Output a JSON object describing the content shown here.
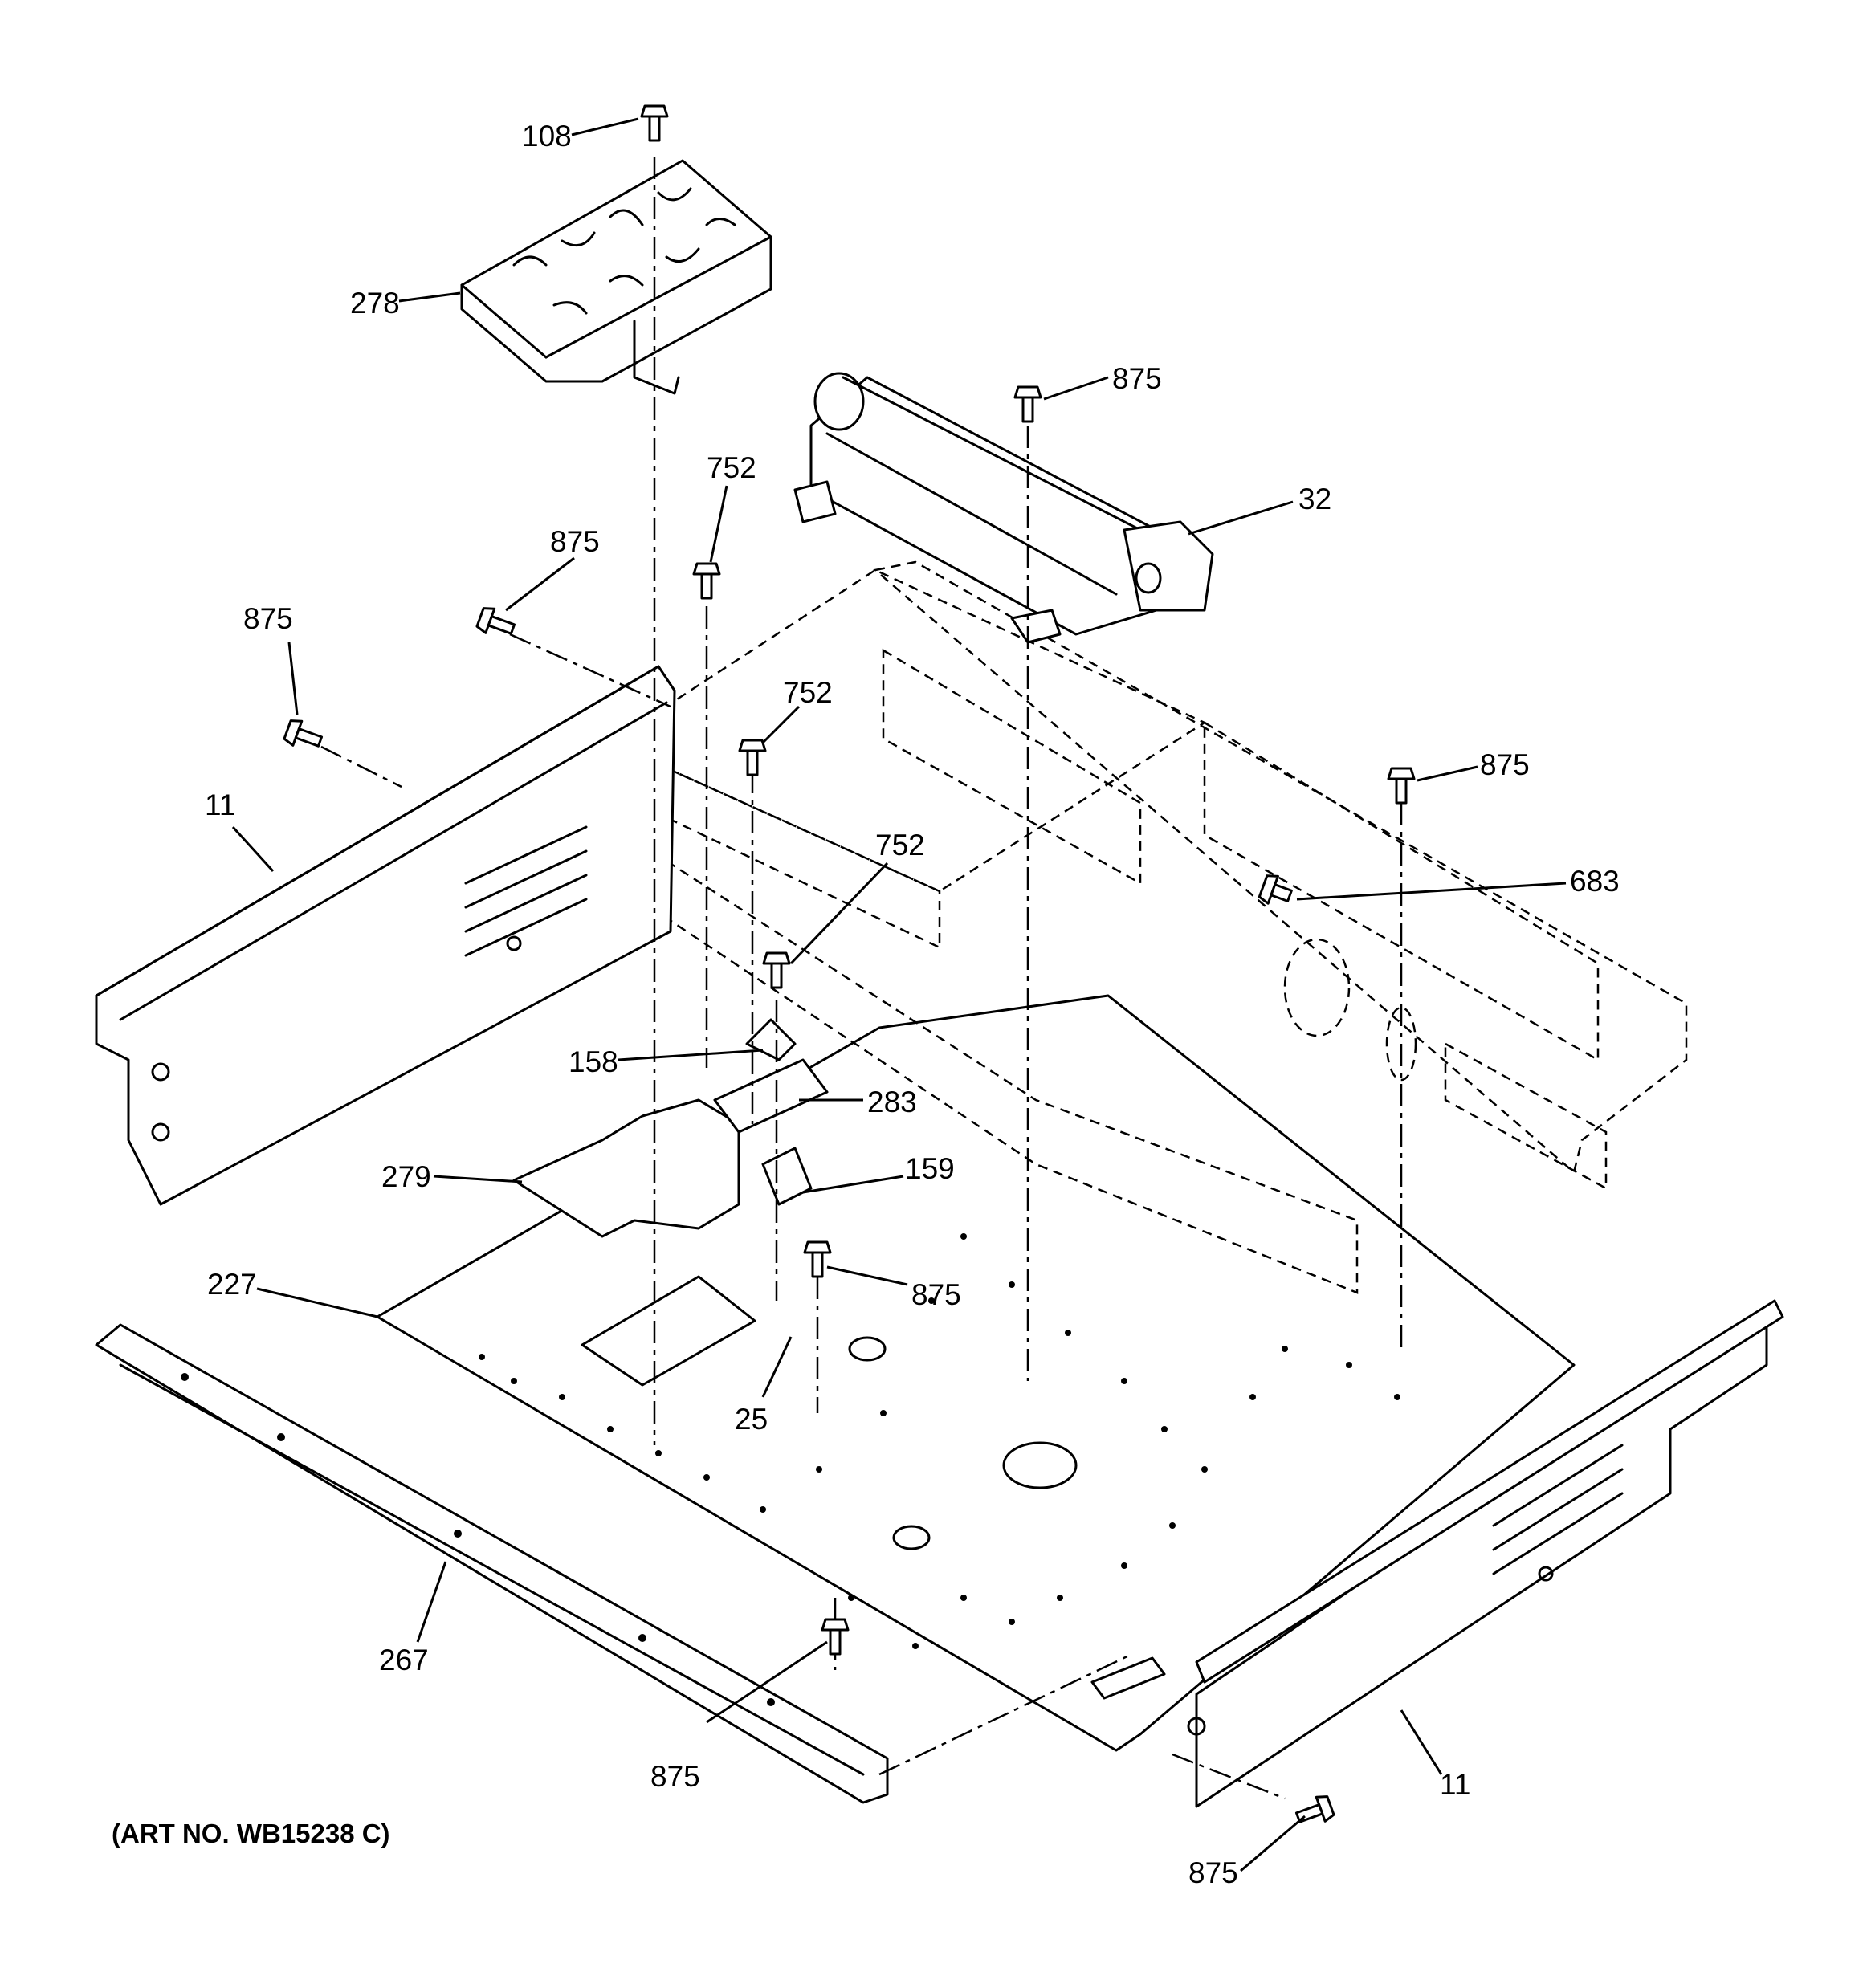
{
  "diagram": {
    "art_number": "(ART NO. WB15238 C)",
    "callouts": {
      "c108": "108",
      "c278": "278",
      "c875_fan_screw": "875",
      "c32": "32",
      "c752_upper": "752",
      "c875_side_upper": "875",
      "c875_side_left": "875",
      "c752_mid": "752",
      "c875_right": "875",
      "c11_left": "11",
      "c752_lower": "752",
      "c683": "683",
      "c158": "158",
      "c283": "283",
      "c279": "279",
      "c159": "159",
      "c227": "227",
      "c875_base": "875",
      "c25": "25",
      "c267": "267",
      "c875_bottom": "875",
      "c11_right": "11",
      "c875_corner": "875"
    }
  }
}
